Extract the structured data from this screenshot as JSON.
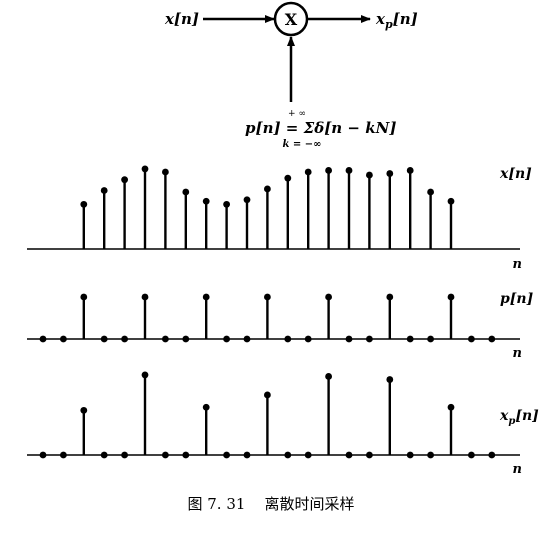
{
  "block_diagram": {
    "input_label": "x[n]",
    "multiplier_symbol": "X",
    "output_label": "x",
    "output_sub": "p",
    "output_tail": "[n]",
    "sum_expr": "p[n] = Σδ[n − kN]",
    "sum_upper": "+ ∞",
    "sum_lower": "k = −∞"
  },
  "chart_data": [
    {
      "type": "stem",
      "series_label": "x[n]",
      "axis_label": "n",
      "values": [
        0,
        0,
        0.58,
        0.76,
        0.9,
        1.04,
        1.0,
        0.74,
        0.62,
        0.58,
        0.64,
        0.78,
        0.92,
        1.0,
        1.02,
        1.02,
        0.96,
        0.98,
        1.02,
        0.74,
        0.62,
        0,
        0
      ]
    },
    {
      "type": "stem",
      "series_label": "p[n]",
      "axis_label": "n",
      "values": [
        0,
        0,
        1,
        0,
        0,
        1,
        0,
        0,
        1,
        0,
        0,
        1,
        0,
        0,
        1,
        0,
        0,
        1,
        0,
        0,
        1,
        0,
        0
      ]
    },
    {
      "type": "stem",
      "series_label": "x",
      "series_sub": "p",
      "series_tail": "[n]",
      "axis_label": "n",
      "values": [
        0,
        0,
        0.58,
        0,
        0,
        1.04,
        0,
        0,
        0.62,
        0,
        0,
        0.78,
        0,
        0,
        1.02,
        0,
        0,
        0.98,
        0,
        0,
        0.62,
        0,
        0
      ]
    }
  ],
  "caption": "图 7. 31    离散时间采样"
}
